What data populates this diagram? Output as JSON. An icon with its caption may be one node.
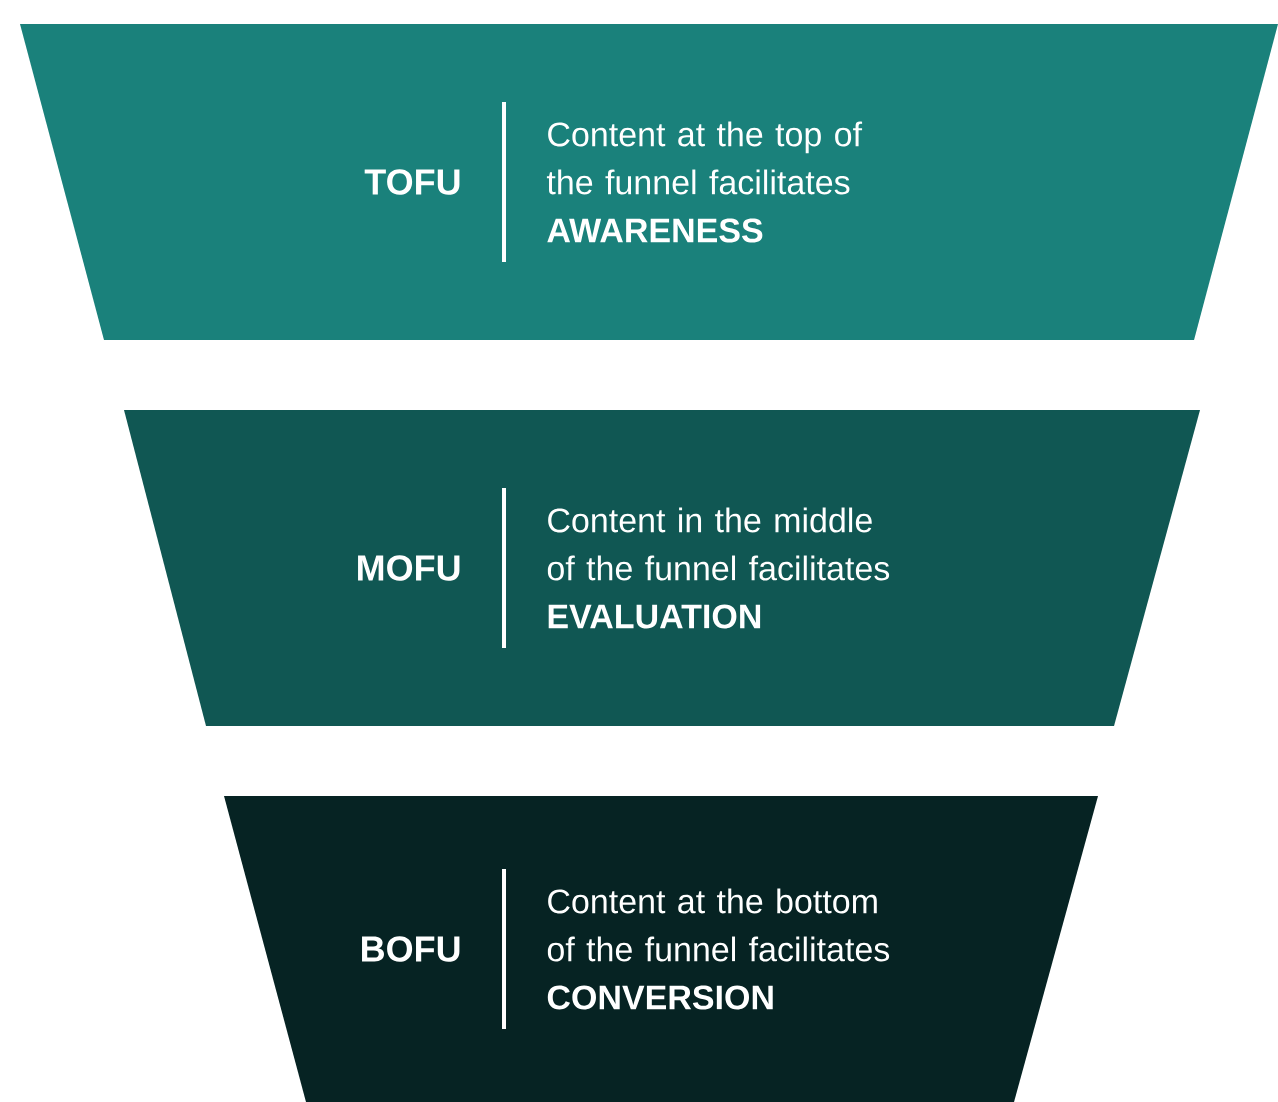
{
  "diagram": {
    "nodes": [
      {
        "text": [
          "TOFU",
          "Content at the top of the funnel facilitates **AWARENESS**"
        ]
      },
      {
        "text": [
          "MOFU",
          "Content in the middle of the funnel facilitates **EVALUATION**"
        ]
      },
      {
        "text": [
          "BOFU",
          "Content at the bottom of the funnel facilitates **CONVERSION**"
        ]
      }
    ]
  }
}
